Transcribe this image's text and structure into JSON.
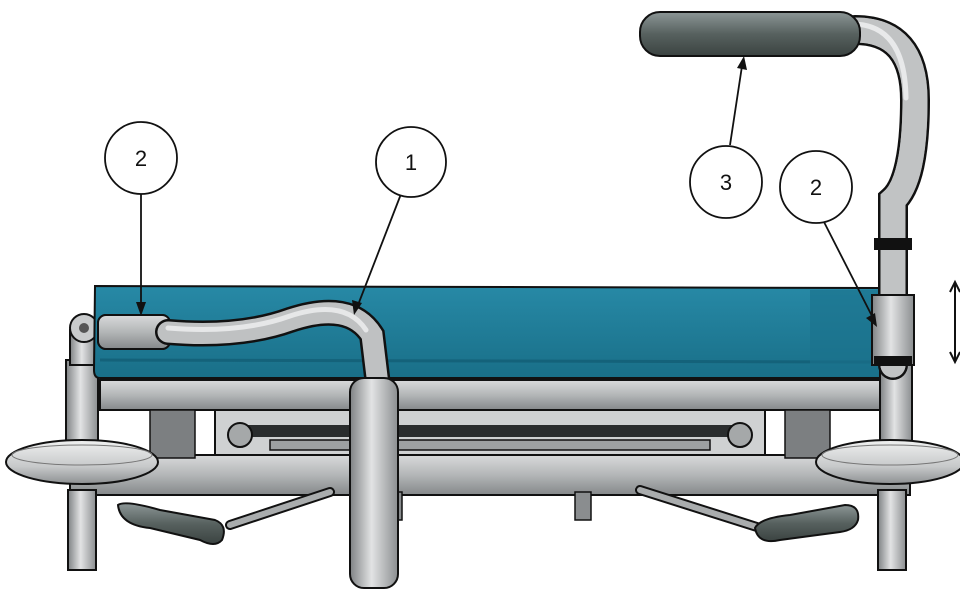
{
  "callouts": [
    {
      "id": "callout-1",
      "label": "1"
    },
    {
      "id": "callout-2-left",
      "label": "2"
    },
    {
      "id": "callout-3",
      "label": "3"
    },
    {
      "id": "callout-2-right",
      "label": "2"
    }
  ],
  "colors": {
    "mattress": "#1f7e9a",
    "mattress_dark": "#17667e",
    "metal": "#b8babb",
    "metal_dark": "#6f7274",
    "grip": "#55605f",
    "outline": "#111111"
  }
}
